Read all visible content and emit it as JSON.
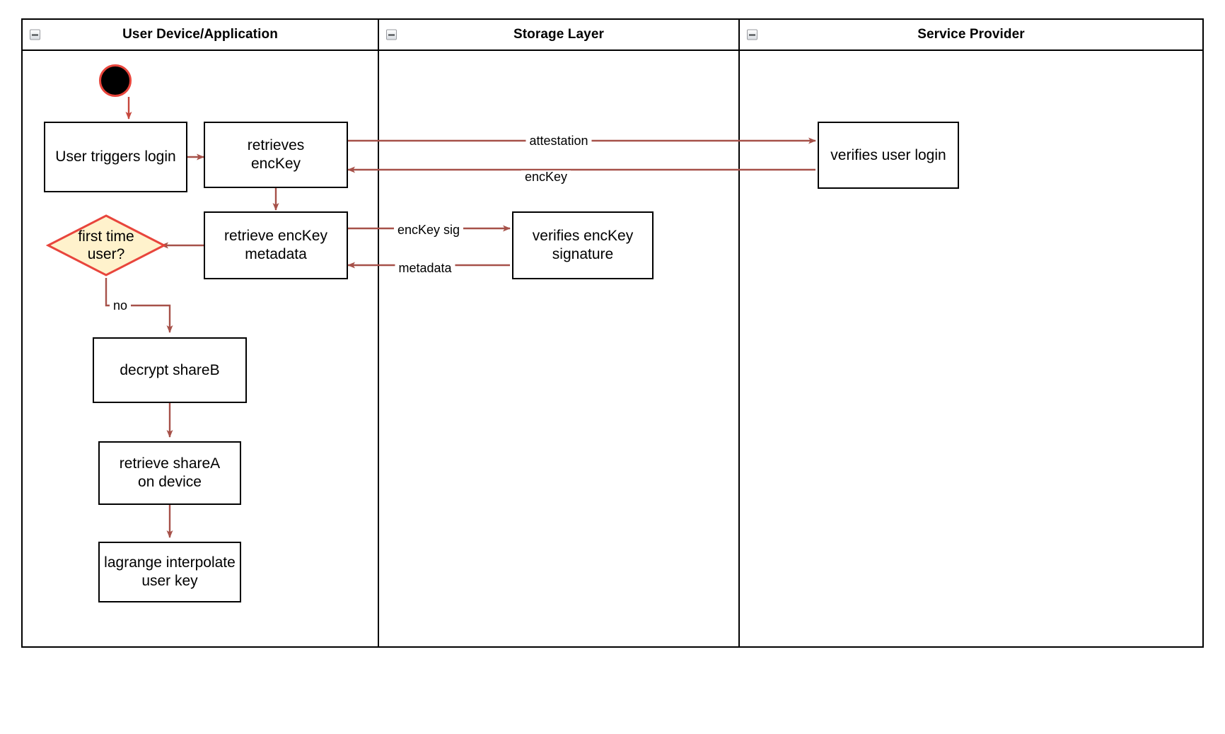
{
  "diagram": {
    "type": "swimlane-activity-diagram",
    "accent_color": "#a65149",
    "decision_fill": "#fff2cc",
    "decision_stroke": "#e8453c",
    "node_stroke": "#000000",
    "lanes": [
      {
        "id": "user-device",
        "title": "User Device/Application",
        "collapse_icon": "collapse-minus-icon"
      },
      {
        "id": "storage-layer",
        "title": "Storage Layer",
        "collapse_icon": "collapse-minus-icon"
      },
      {
        "id": "service-provider",
        "title": "Service Provider",
        "collapse_icon": "collapse-minus-icon"
      }
    ],
    "nodes": {
      "start": {
        "label": "",
        "shape": "initial-node",
        "lane": "user-device"
      },
      "user_triggers_login": {
        "label": "User triggers login",
        "shape": "action",
        "lane": "user-device"
      },
      "retrieves_enckey": {
        "label": "retrieves\nencKey",
        "line1": "retrieves",
        "line2": "encKey",
        "shape": "action",
        "lane": "user-device"
      },
      "first_time_user": {
        "label": "first time\nuser?",
        "line1": "first time",
        "line2": "user?",
        "shape": "decision",
        "lane": "user-device"
      },
      "retrieve_enckey_metadata": {
        "label": "retrieve encKey\nmetadata",
        "line1": "retrieve encKey",
        "line2": "metadata",
        "shape": "action",
        "lane": "user-device"
      },
      "decrypt_shareb": {
        "label": "decrypt shareB",
        "shape": "action",
        "lane": "user-device"
      },
      "retrieve_sharea": {
        "label": "retrieve shareA\non device",
        "line1": "retrieve shareA",
        "line2": "on device",
        "shape": "action",
        "lane": "user-device"
      },
      "lagrange_interpolate": {
        "label": "lagrange interpolate\nuser key",
        "line1": "lagrange interpolate",
        "line2": "user key",
        "shape": "action",
        "lane": "user-device"
      },
      "verifies_enckey_signature": {
        "label": "verifies encKey\nsignature",
        "line1": "verifies encKey",
        "line2": "signature",
        "shape": "action",
        "lane": "storage-layer"
      },
      "verifies_user_login": {
        "label": "verifies user login",
        "shape": "action",
        "lane": "service-provider"
      }
    },
    "edge_labels": {
      "attestation": "attestation",
      "enckey": "encKey",
      "enckey_sig": "encKey sig",
      "metadata": "metadata",
      "no": "no"
    }
  }
}
